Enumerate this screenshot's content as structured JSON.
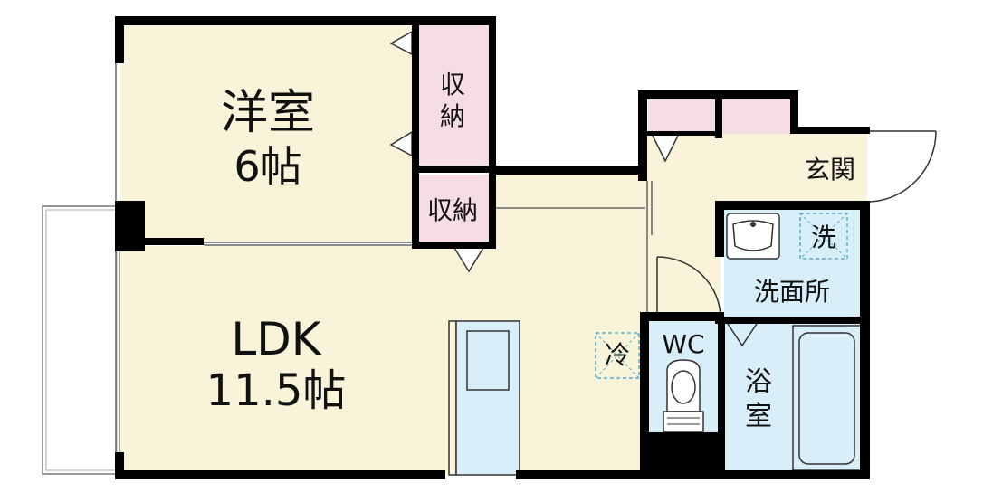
{
  "colors": {
    "wall": "#000000",
    "living_floor": "#f8f3d9",
    "storage_floor": "#f6dde4",
    "wet_floor": "#d8eef8",
    "fixture_line": "#333333",
    "icon_dash": "#55aacc"
  },
  "rooms": {
    "western_room": {
      "name": "洋室",
      "size": "6帖"
    },
    "storage_top": {
      "line1": "収",
      "line2": "納"
    },
    "storage_mid": {
      "label": "収納"
    },
    "ldk": {
      "name": "LDK",
      "size": "11.5帖"
    },
    "entrance": {
      "label": "玄関"
    },
    "washroom": {
      "label": "洗面所"
    },
    "washer_space": {
      "label": "洗"
    },
    "fridge_space": {
      "label": "冷"
    },
    "toilet": {
      "label": "WC"
    },
    "bathroom": {
      "line1": "浴",
      "line2": "室"
    }
  },
  "icons": [
    "door-swing-icon",
    "sink-icon",
    "toilet-icon",
    "bathtub-icon",
    "kitchen-counter-icon",
    "closet-door-icon"
  ]
}
